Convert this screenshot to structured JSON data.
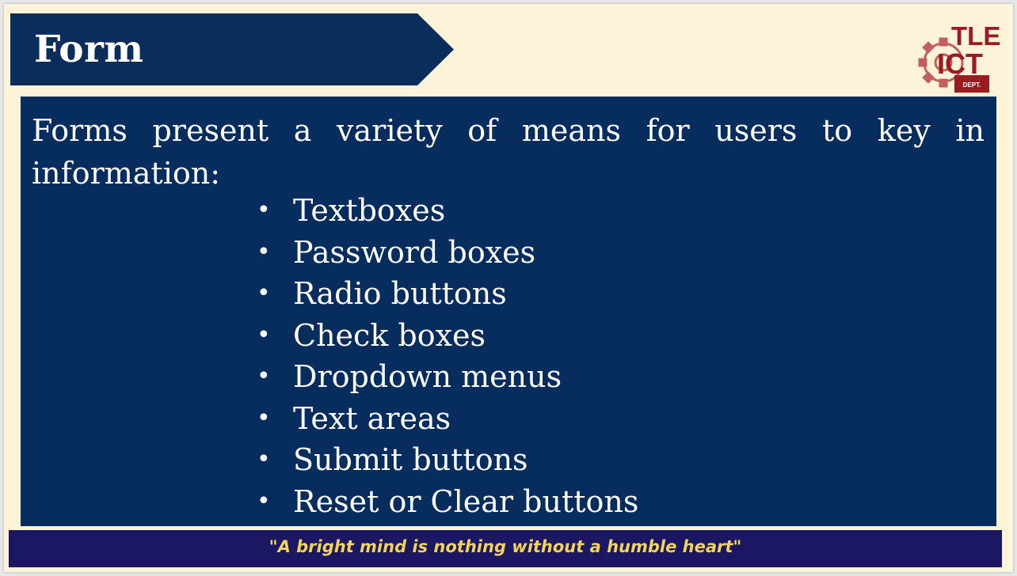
{
  "slide": {
    "title": "Form",
    "logo": {
      "text_top": "TLE",
      "text_bottom": "ICT",
      "text_small": "DEPT."
    },
    "intro": "Forms present a variety of means for users to key in information:",
    "bullets": [
      "Textboxes",
      "Password boxes",
      "Radio buttons",
      "Check boxes",
      "Dropdown menus",
      "Text areas",
      "Submit buttons",
      "Reset or Clear buttons"
    ],
    "footer_quote": "\"A bright mind is nothing without a humble heart\""
  },
  "colors": {
    "background": "#fdf3d8",
    "banner": "#0b2d5b",
    "content_box": "#072c5e",
    "footer": "#1b1763",
    "footer_text": "#f3d35a",
    "logo": "#9b1b22"
  }
}
